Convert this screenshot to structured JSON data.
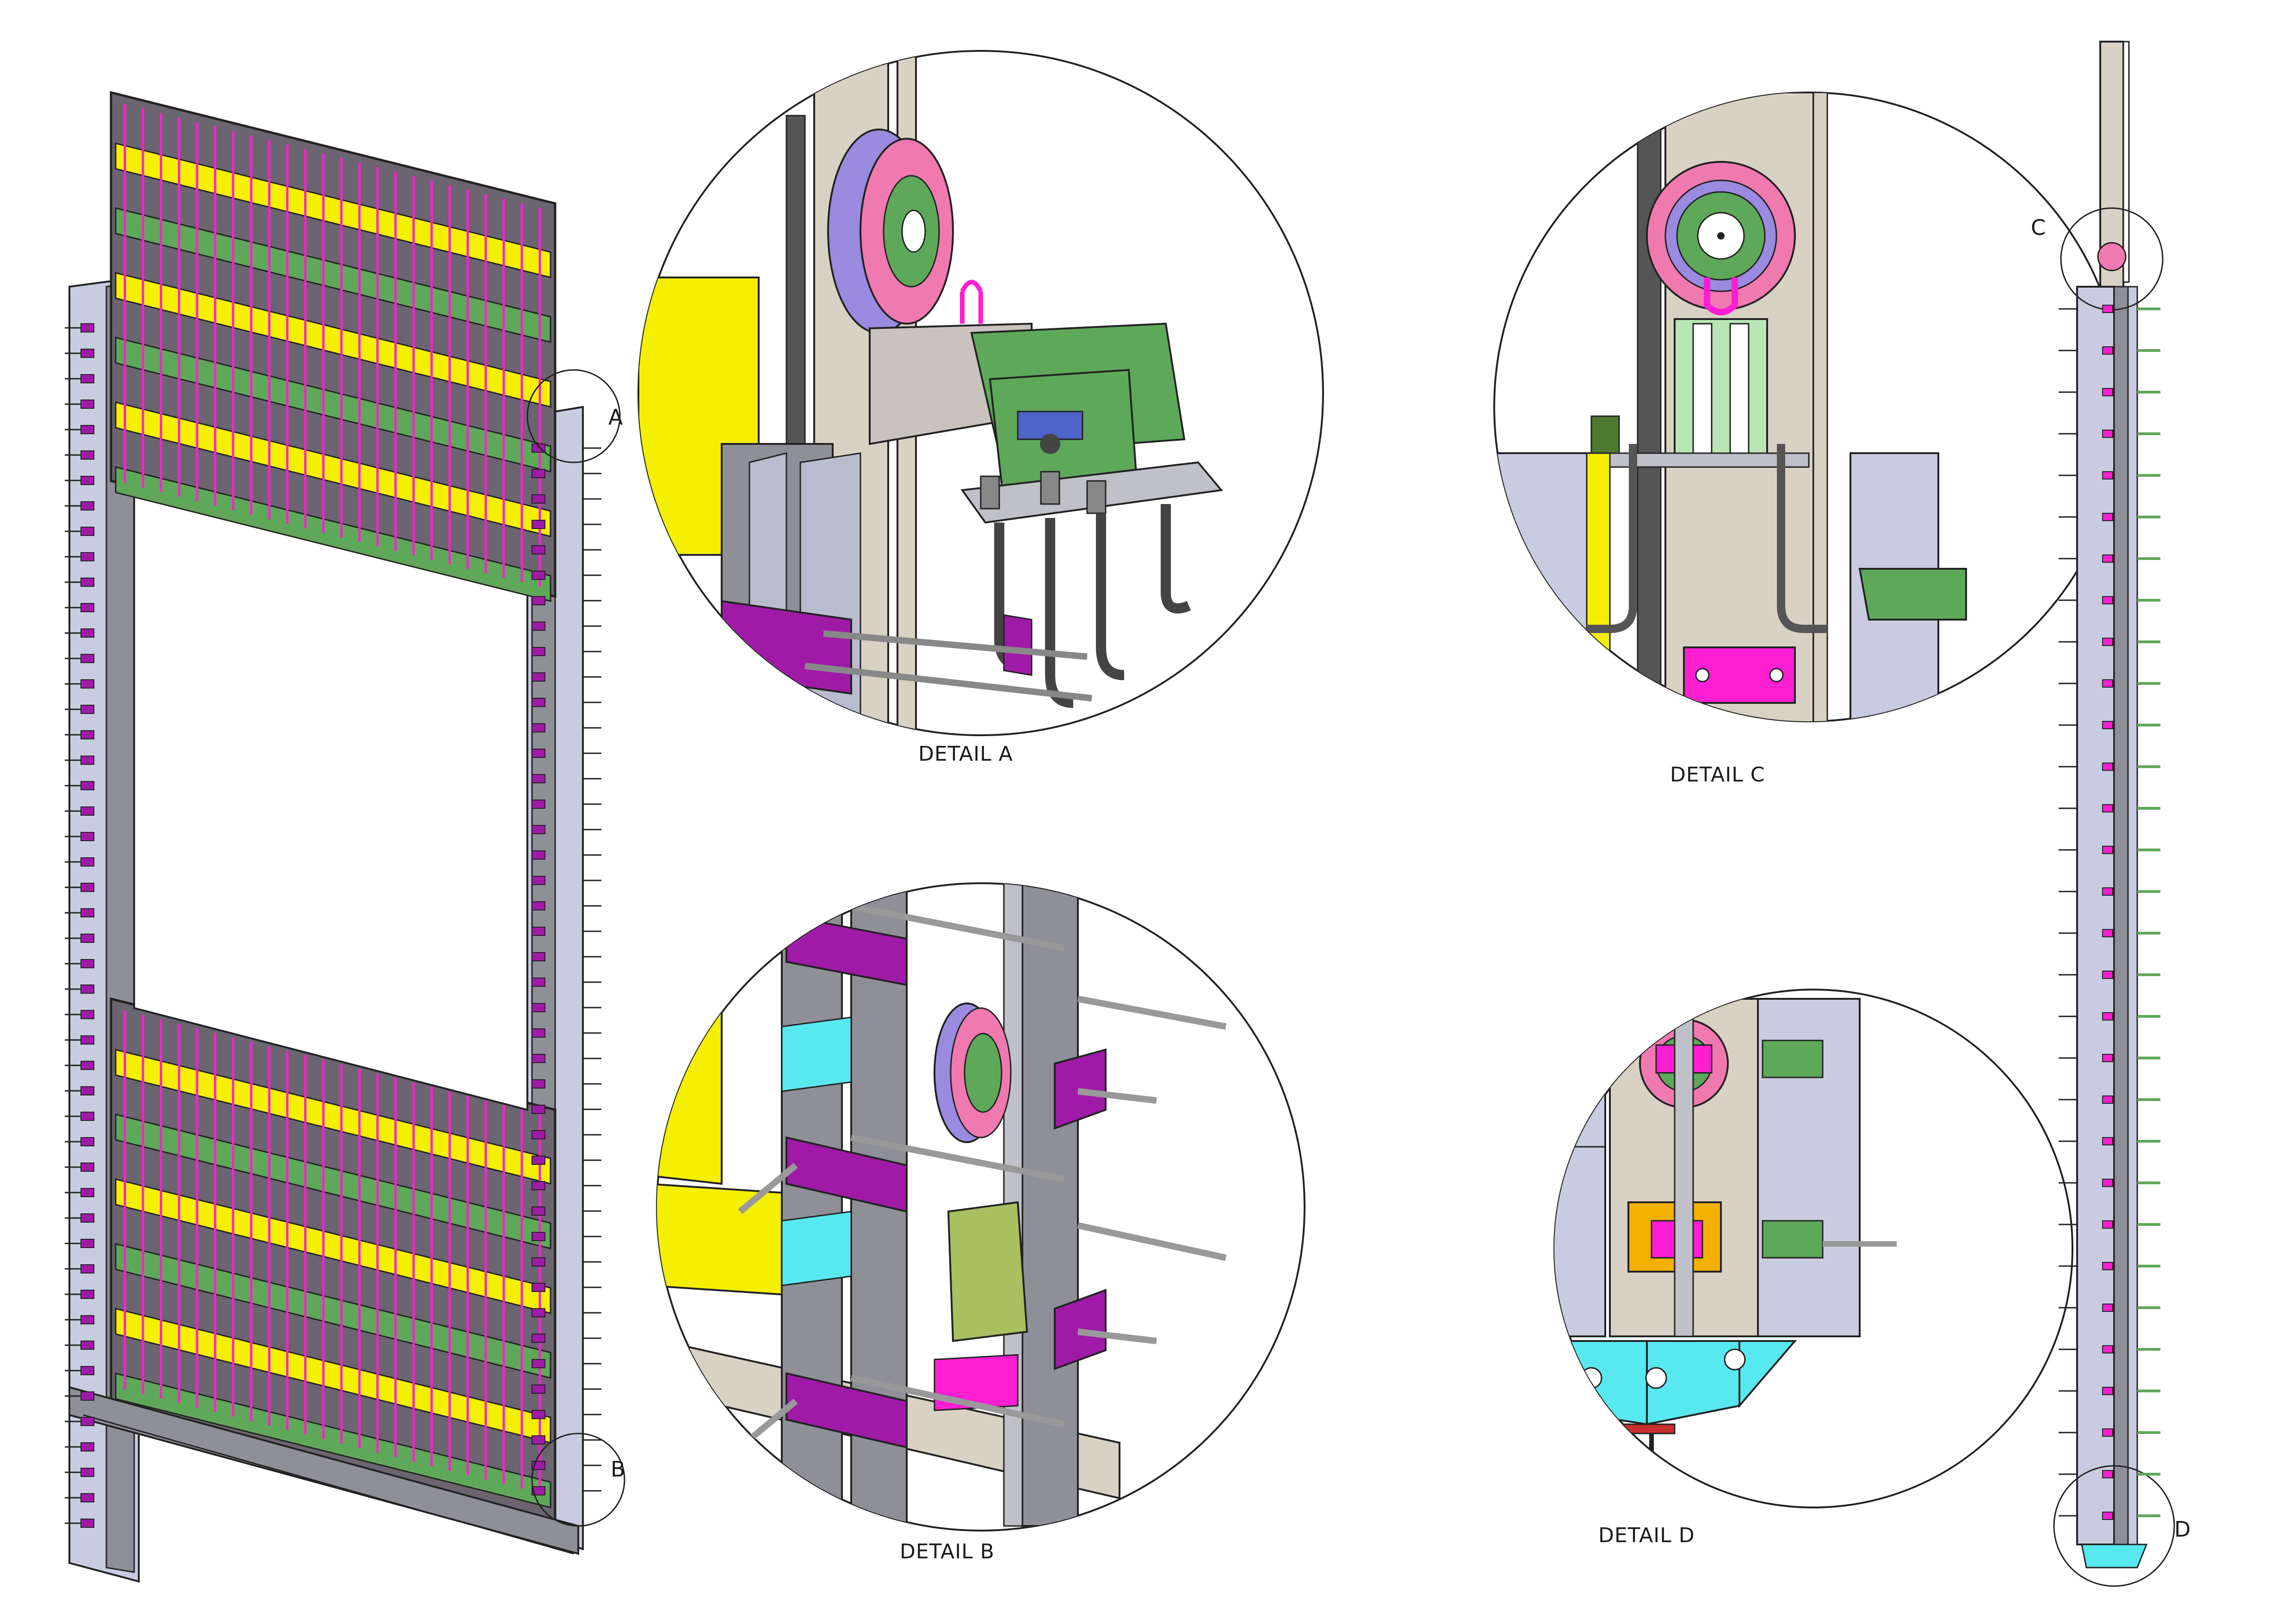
{
  "labels": {
    "detail_a": "DETAIL A",
    "detail_b": "DETAIL B",
    "detail_c": "DETAIL C",
    "detail_d": "DETAIL D"
  },
  "callouts": {
    "a": "A",
    "b": "B",
    "c": "C",
    "d": "D"
  },
  "colors": {
    "yellow": "#f4f000",
    "purple": "#a01aa8",
    "magenta": "#ff1fd2",
    "green": "#5ea85a",
    "lightblue": "#cdd6f0",
    "grey": "#8f8f98",
    "darkgrey": "#5c5a62",
    "beige": "#d8d2c4",
    "cyan": "#58e8f0",
    "pink": "#f07ab0",
    "lavender": "#9a8ae0"
  }
}
